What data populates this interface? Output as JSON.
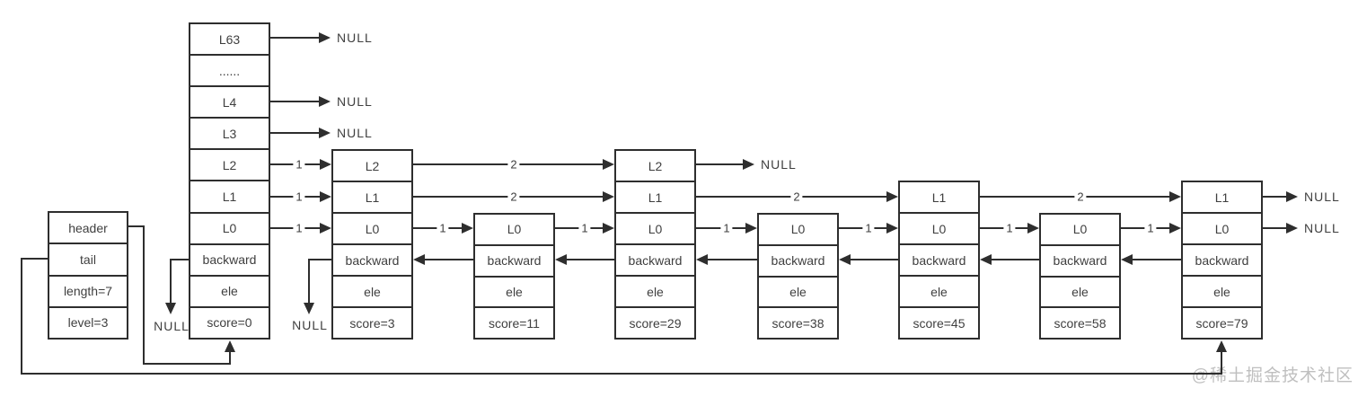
{
  "info_box": {
    "cells": [
      "header",
      "tail",
      "length=7",
      "level=3"
    ]
  },
  "header_tower": {
    "cells": [
      "L63",
      "......",
      "L4",
      "L3",
      "L2",
      "L1",
      "L0",
      "backward",
      "ele",
      "score=0"
    ]
  },
  "nodes": [
    {
      "name": "node-score-3",
      "cells": [
        "L2",
        "L1",
        "L0",
        "backward",
        "ele",
        "score=3"
      ]
    },
    {
      "name": "node-score-11",
      "cells": [
        "L0",
        "backward",
        "ele",
        "score=11"
      ]
    },
    {
      "name": "node-score-29",
      "cells": [
        "L2",
        "L1",
        "L0",
        "backward",
        "ele",
        "score=29"
      ]
    },
    {
      "name": "node-score-38",
      "cells": [
        "L0",
        "backward",
        "ele",
        "score=38"
      ]
    },
    {
      "name": "node-score-45",
      "cells": [
        "L1",
        "L0",
        "backward",
        "ele",
        "score=45"
      ]
    },
    {
      "name": "node-score-58",
      "cells": [
        "L0",
        "backward",
        "ele",
        "score=58"
      ]
    },
    {
      "name": "node-score-79",
      "cells": [
        "L1",
        "L0",
        "backward",
        "ele",
        "score=79"
      ]
    }
  ],
  "spans": {
    "header_l2": "1",
    "header_l1": "1",
    "header_l0": "1",
    "node1_l2": "2",
    "node1_l1": "2",
    "node1_l0": "1",
    "node2_l0": "1",
    "node3_l1": "2",
    "node3_l0": "1",
    "node4_l0": "1",
    "node5_l1": "2",
    "node5_l0": "1",
    "node6_l0": "1"
  },
  "labels": {
    "null_text": "NULL"
  },
  "watermark": "@稀土掘金技术社区",
  "colors": {
    "line": "#2e2e2e",
    "text": "#3f3f3f",
    "watermark": "#bfbfbf",
    "background": "#ffffff"
  }
}
